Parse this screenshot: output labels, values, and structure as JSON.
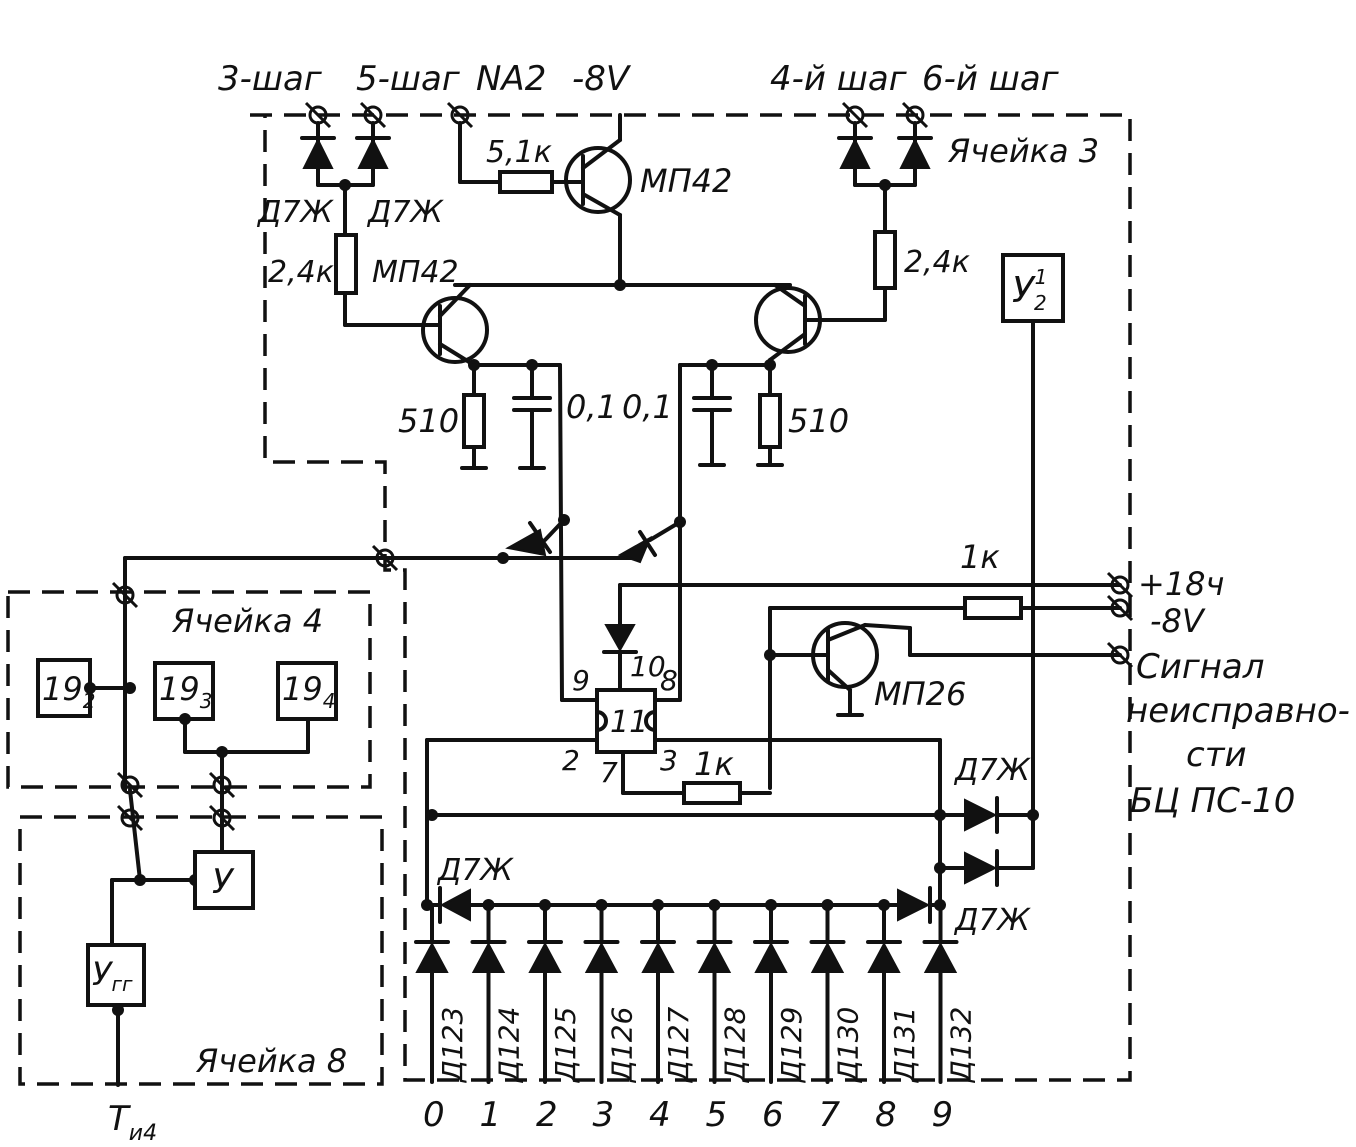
{
  "labels": {
    "step3": "3-шаг",
    "step5": "5-шаг",
    "na2": "NA2",
    "neg8_top": "-8V",
    "step4": "4-й шаг",
    "step6": "6-й шаг",
    "cell3": "Ячейка 3",
    "r_51k": "5,1к",
    "t_mp42_top": "МП42",
    "d7zh_left1": "Д7Ж",
    "d7zh_left2": "Д7Ж",
    "r_24k_left": "2,4к",
    "t_mp42_left": "МП42",
    "r_24k_right": "2,4к",
    "block_y2": "У",
    "block_y2_sub": "2",
    "block_y2_sup": "1",
    "r_510_left": "510",
    "c_01_left": "0,1",
    "c_01_right": "0,1",
    "r_510_right": "510",
    "r_1k_top": "1к",
    "plus18": "+18ч",
    "neg8_right": "-8V",
    "signal1": "Сигнал",
    "signal2": "неисправно-",
    "signal3": "сти",
    "signal4": "БЦ ПС-10",
    "cell4": "Ячейка 4",
    "b19_2": "19",
    "b19_2_sub": "2",
    "b19_3": "19",
    "b19_3_sub": "3",
    "b19_4": "19",
    "b19_4_sub": "4",
    "t_mp26": "МП26",
    "pin9": "9",
    "pin10": "10",
    "pin8": "8",
    "ic": "11",
    "pin2": "2",
    "pin7": "7",
    "pin3": "3",
    "r_1k_bottom": "1к",
    "d7zh_r1": "Д7Ж",
    "d7zh_mid": "Д7Ж",
    "d7zh_r2": "Д7Ж",
    "block_y": "У",
    "block_ygg": "У",
    "block_ygg_sub": "гг",
    "cell8": "Ячейка 8",
    "ti4": "Т",
    "ti4_sub": "и4"
  },
  "diodes": [
    "Д123",
    "Д124",
    "Д125",
    "Д126",
    "Д127",
    "Д128",
    "Д129",
    "Д130",
    "Д131",
    "Д132"
  ],
  "digits": [
    "0",
    "1",
    "2",
    "3",
    "4",
    "5",
    "6",
    "7",
    "8",
    "9"
  ]
}
